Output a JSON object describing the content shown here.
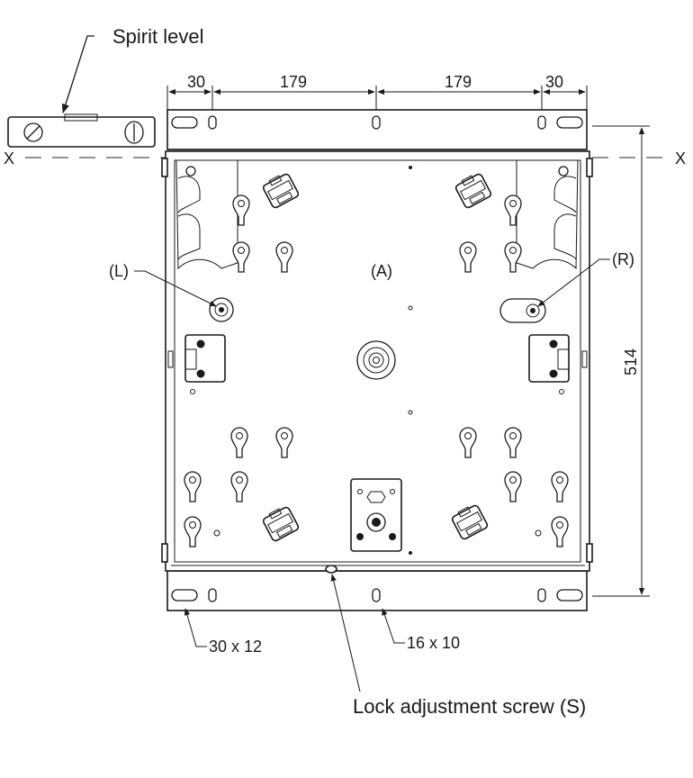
{
  "labels": {
    "spirit_level": "Spirit level",
    "axis_left": "X",
    "axis_right": "X",
    "left_marker": "(L)",
    "right_marker": "(R)",
    "center_marker": "(A)",
    "slot_large": "30 x 12",
    "slot_small": "16 x 10",
    "lock_screw": "Lock adjustment screw (S)"
  },
  "dimensions": {
    "top_left_margin": "30",
    "top_left_span": "179",
    "top_right_span": "179",
    "top_right_margin": "30",
    "height": "514"
  }
}
